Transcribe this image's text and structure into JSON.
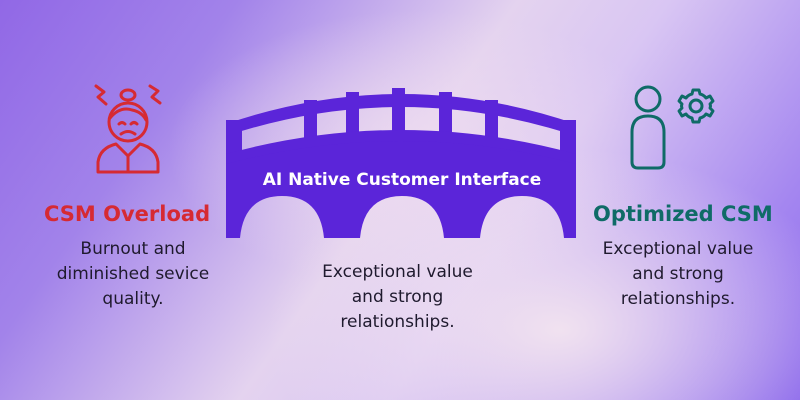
{
  "left": {
    "title": "CSM Overload",
    "description_lines": [
      "Burnout and",
      "diminished sevice",
      "quality."
    ]
  },
  "bridge": {
    "label": "AI Native Customer Interface"
  },
  "center": {
    "description_lines": [
      "Exceptional value",
      "and strong",
      "relationships."
    ]
  },
  "right": {
    "title": "Optimized CSM",
    "description_lines": [
      "Exceptional value",
      "and strong",
      "relationships."
    ]
  },
  "colors": {
    "overload": "#d62a33",
    "optimized": "#0f6b67",
    "bridge": "#5b25d9",
    "text": "#1f1a2e"
  },
  "icons": {
    "left": "stressed-person-icon",
    "right": "person-with-gear-icon"
  }
}
